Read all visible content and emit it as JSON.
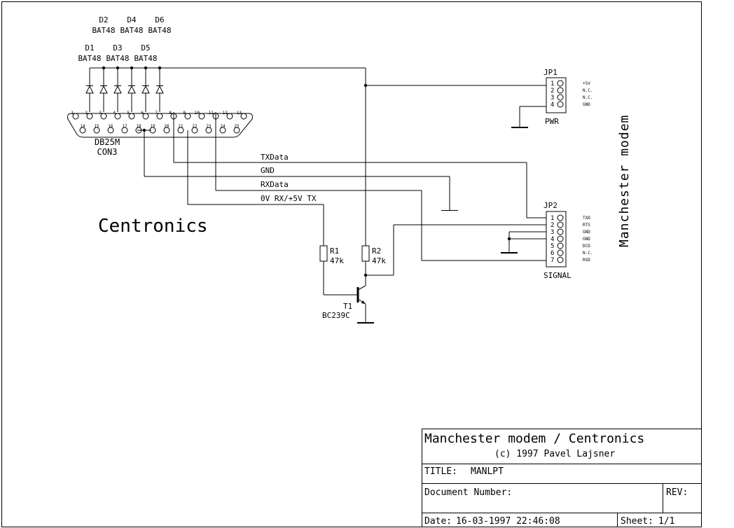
{
  "diodes": {
    "top_refs": [
      "D2",
      "D4",
      "D6"
    ],
    "top_values": [
      "BAT48",
      "BAT48",
      "BAT48"
    ],
    "bottom_refs": [
      "D1",
      "D3",
      "D5"
    ],
    "bottom_values": [
      "BAT48",
      "BAT48",
      "BAT48"
    ]
  },
  "connector": {
    "type": "DB25M",
    "ref": "CON3",
    "top_pins": [
      "1",
      "2",
      "3",
      "4",
      "5",
      "6",
      "7",
      "8",
      "9",
      "10",
      "11",
      "12",
      "13"
    ],
    "bottom_pins": [
      "14",
      "15",
      "16",
      "17",
      "18",
      "19",
      "20",
      "21",
      "22",
      "23",
      "24",
      "25"
    ]
  },
  "nets": {
    "txdata": "TXData",
    "gnd": "GND",
    "rxdata": "RXData",
    "ov_rx": "0V RX/+5V TX"
  },
  "labels": {
    "centronics": "Centronics",
    "manchester_vertical": "Manchester modem"
  },
  "resistors": [
    {
      "ref": "R1",
      "value": "47k"
    },
    {
      "ref": "R2",
      "value": "47k"
    }
  ],
  "transistor": {
    "ref": "T1",
    "value": "BC239C"
  },
  "jp1": {
    "ref": "JP1",
    "name": "PWR",
    "pins": [
      "1",
      "2",
      "3",
      "4"
    ],
    "signals": [
      "+5V",
      "N.C.",
      "N.C.",
      "GND"
    ]
  },
  "jp2": {
    "ref": "JP2",
    "name": "SIGNAL",
    "pins": [
      "1",
      "2",
      "3",
      "4",
      "5",
      "6",
      "7"
    ],
    "signals": [
      "TXD",
      "RTS",
      "GND",
      "GND",
      "DCD",
      "N.C.",
      "RXD"
    ]
  },
  "title_block": {
    "project": "Manchester modem / Centronics",
    "copyright": "(c) 1997 Pavel Lajsner",
    "title_label": "TITLE:",
    "title_value": "MANLPT",
    "doc_number_label": "Document Number:",
    "rev_label": "REV:",
    "date_label": "Date:",
    "date_value": "16-03-1997 22:46:08",
    "sheet_label": "Sheet:",
    "sheet_value": "1/1"
  }
}
